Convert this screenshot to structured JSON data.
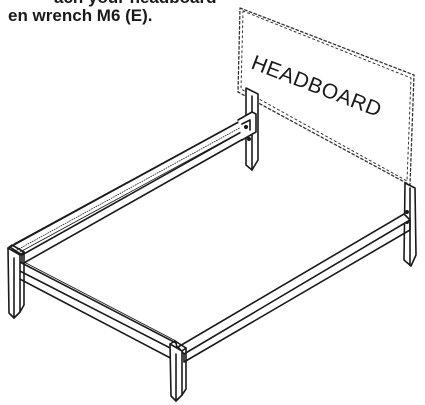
{
  "instructions": {
    "line1": "ach your headboard",
    "line2": "en wrench M6 (E)."
  },
  "headboard_label": "HEADBOARD"
}
